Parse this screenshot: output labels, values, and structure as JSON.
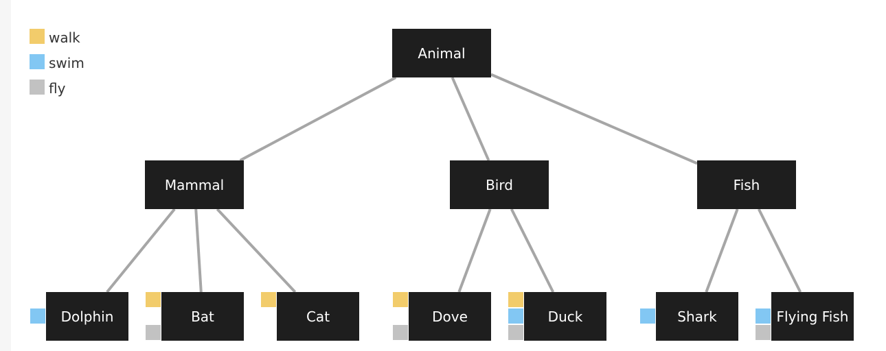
{
  "colors": {
    "node_bg": "#1e1e1e",
    "node_text": "#ffffff",
    "edge": "#a6a6a6",
    "walk": "#f2cc6b",
    "swim": "#82c7f3",
    "fly": "#c2c2c2"
  },
  "legend": [
    {
      "key": "walk",
      "label": "walk"
    },
    {
      "key": "swim",
      "label": "swim"
    },
    {
      "key": "fly",
      "label": "fly"
    }
  ],
  "nodes": {
    "animal": {
      "label": "Animal"
    },
    "mammal": {
      "label": "Mammal"
    },
    "bird": {
      "label": "Bird"
    },
    "fish": {
      "label": "Fish"
    },
    "dolphin": {
      "label": "Dolphin",
      "abilities": [
        "swim"
      ]
    },
    "bat": {
      "label": "Bat",
      "abilities": [
        "walk",
        "fly"
      ]
    },
    "cat": {
      "label": "Cat",
      "abilities": [
        "walk"
      ]
    },
    "dove": {
      "label": "Dove",
      "abilities": [
        "walk",
        "fly"
      ]
    },
    "duck": {
      "label": "Duck",
      "abilities": [
        "walk",
        "swim",
        "fly"
      ]
    },
    "shark": {
      "label": "Shark",
      "abilities": [
        "swim"
      ]
    },
    "flying_fish": {
      "label": "Flying Fish",
      "abilities": [
        "swim",
        "fly"
      ]
    }
  },
  "edges": [
    [
      "animal",
      "mammal"
    ],
    [
      "animal",
      "bird"
    ],
    [
      "animal",
      "fish"
    ],
    [
      "mammal",
      "dolphin"
    ],
    [
      "mammal",
      "bat"
    ],
    [
      "mammal",
      "cat"
    ],
    [
      "bird",
      "dove"
    ],
    [
      "bird",
      "duck"
    ],
    [
      "fish",
      "shark"
    ],
    [
      "fish",
      "flying_fish"
    ]
  ]
}
